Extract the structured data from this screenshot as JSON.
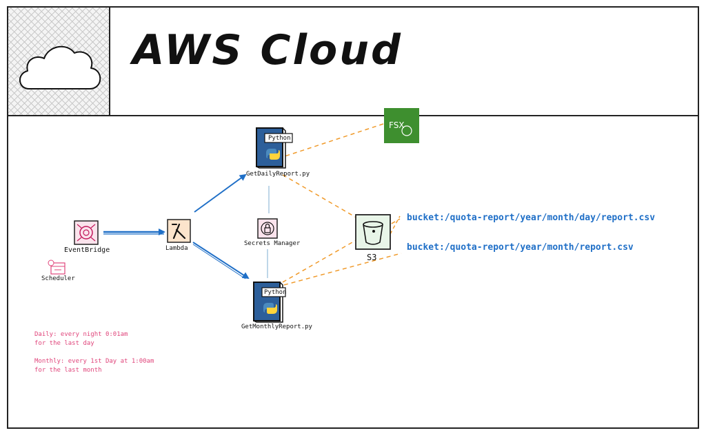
{
  "title": "AWS Cloud",
  "icons": {
    "cloud": "cloud-icon",
    "eventbridge": "eventbridge-icon",
    "scheduler": "scheduler-icon",
    "lambda": "lambda-icon",
    "secrets": "secrets-manager-icon",
    "python": "python-icon",
    "s3": "s3-bucket-icon",
    "fsx": "fsx-netapp-icon"
  },
  "nodes": {
    "eventbridge": "EventBridge",
    "scheduler": "Scheduler",
    "lambda": "Lambda",
    "secrets": "Secrets Manager",
    "daily_script": "GetDailyReport.py",
    "monthly_script": "GetMonthlyReport.py",
    "daily_badge": "Python",
    "monthly_badge": "Python",
    "s3": "S3",
    "fsx": "FSX"
  },
  "buckets": {
    "daily": "bucket:/quota-report/year/month/day/report.csv",
    "monthly": "bucket:/quota-report/year/month/report.csv"
  },
  "schedule": {
    "daily_line1": "Daily: every night 0:01am",
    "daily_line2": "for the last day",
    "monthly_line1": "Monthly: every 1st Day at 1:00am",
    "monthly_line2": "for the last month"
  },
  "colors": {
    "arrow_blue": "#1f6fc7",
    "dash_orange": "#f09a2a",
    "link_lightblue": "#a9c8e0",
    "note_pink": "#e0457b",
    "script_blue": "#2d5f9a",
    "fsx_green": "#3e8f2f"
  }
}
